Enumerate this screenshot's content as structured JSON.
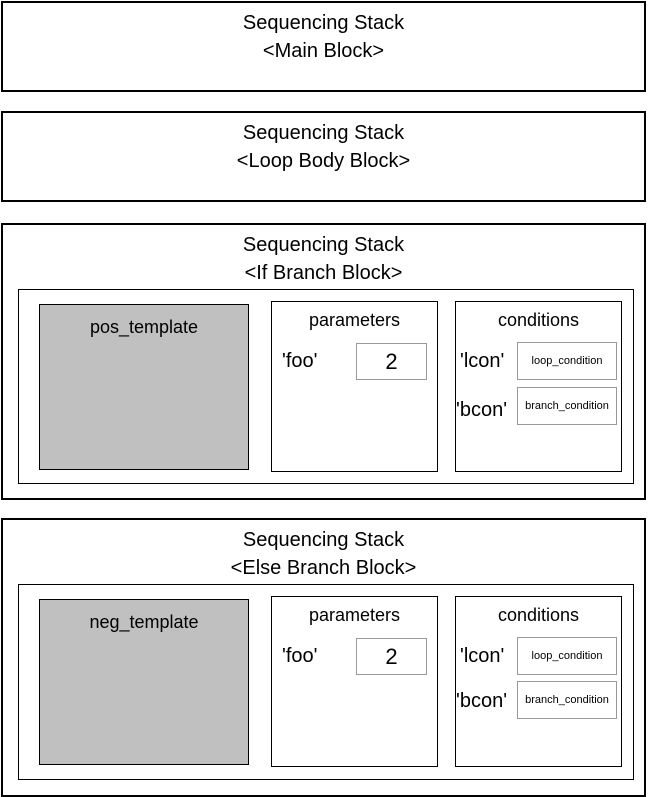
{
  "stacks": [
    {
      "title": "Sequencing Stack",
      "subtitle": "<Main Block>"
    },
    {
      "title": "Sequencing Stack",
      "subtitle": "<Loop Body Block>"
    },
    {
      "title": "Sequencing Stack",
      "subtitle": "<If Branch Block>",
      "template": "pos_template",
      "parameters": {
        "title": "parameters",
        "key": "'foo'",
        "value": "2"
      },
      "conditions": {
        "title": "conditions",
        "items": [
          {
            "key": "'lcon'",
            "value": "loop_condition"
          },
          {
            "key": "'bcon'",
            "value": "branch_condition"
          }
        ]
      }
    },
    {
      "title": "Sequencing Stack",
      "subtitle": "<Else Branch Block>",
      "template": "neg_template",
      "parameters": {
        "title": "parameters",
        "key": "'foo'",
        "value": "2"
      },
      "conditions": {
        "title": "conditions",
        "items": [
          {
            "key": "'lcon'",
            "value": "loop_condition"
          },
          {
            "key": "'bcon'",
            "value": "branch_condition"
          }
        ]
      }
    }
  ]
}
